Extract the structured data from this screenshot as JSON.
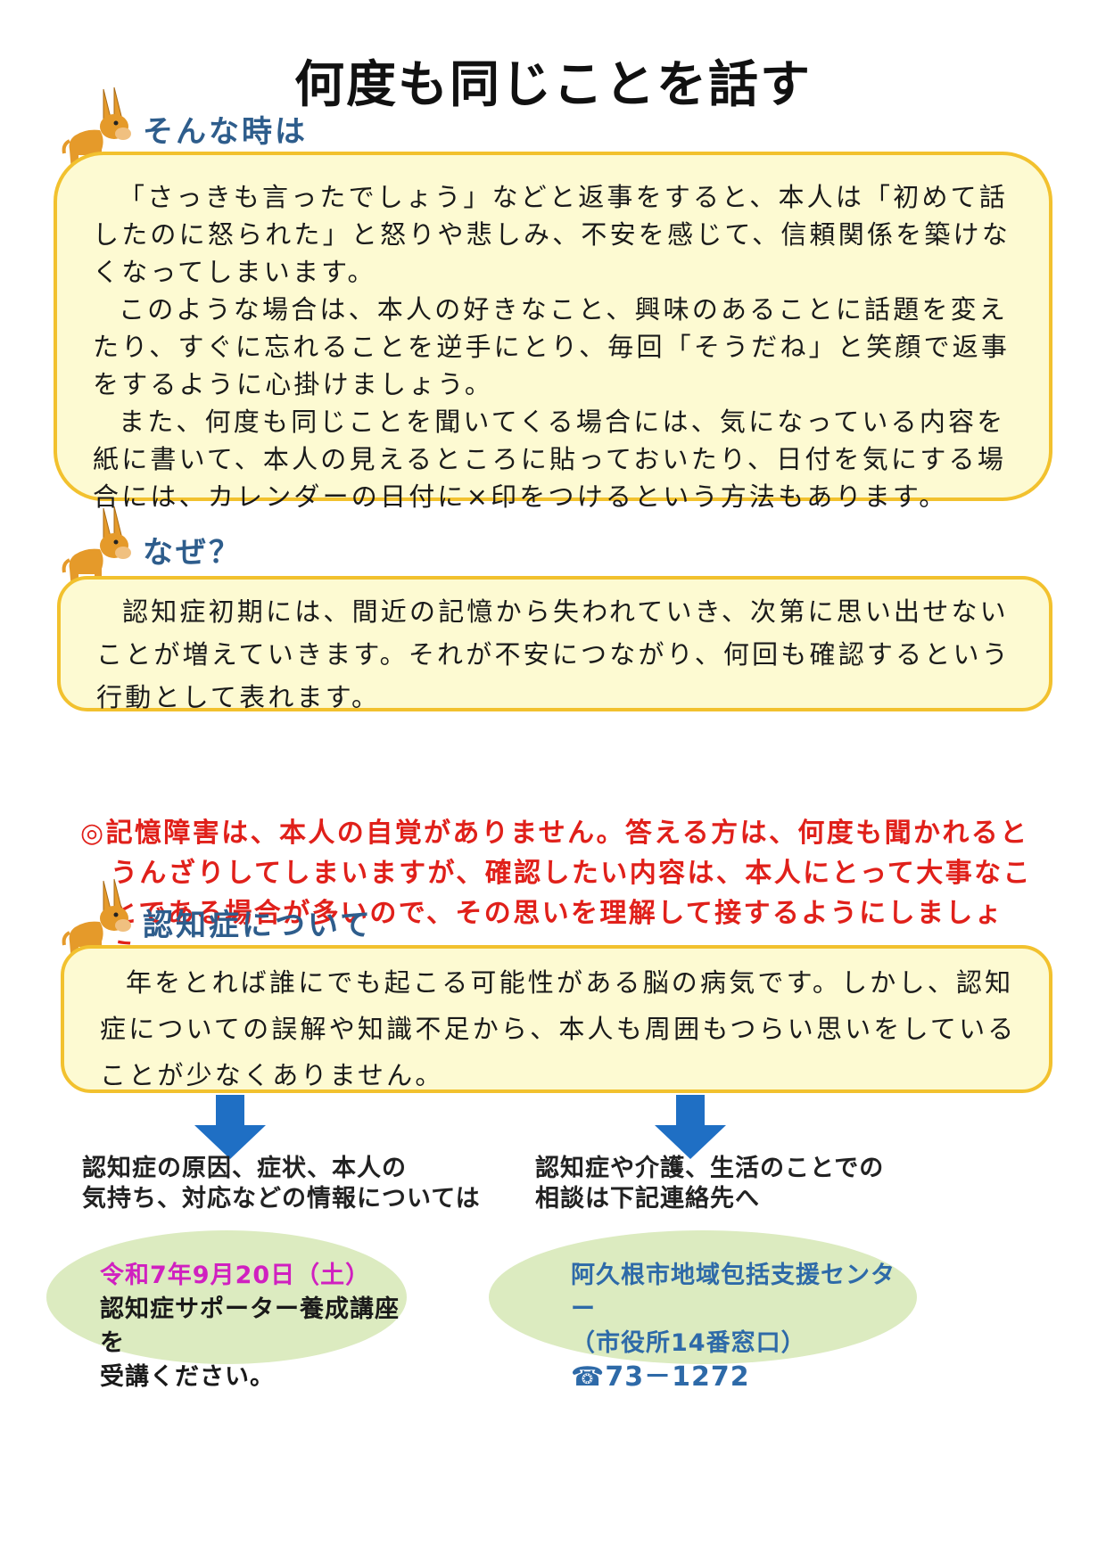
{
  "title": "何度も同じことを話す",
  "sections": [
    {
      "heading": "そんな時は",
      "paragraphs": [
        "「さっきも言ったでしょう」などと返事をすると、本人は「初めて話したのに怒られた」と怒りや悲しみ、不安を感じて、信頼関係を築けなくなってしまいます。",
        "このような場合は、本人の好きなこと、興味のあることに話題を変えたり、すぐに忘れることを逆手にとり、毎回「そうだね」と笑顔で返事をするように心掛けましょう。",
        "また、何度も同じことを聞いてくる場合には、気になっている内容を紙に書いて、本人の見えるところに貼っておいたり、日付を気にする場合には、カレンダーの日付に×印をつけるという方法もあります。"
      ]
    },
    {
      "heading": "なぜ？",
      "paragraphs": [
        "認知症初期には、間近の記憶から失われていき、次第に思い出せないことが増えていきます。それが不安につながり、何回も確認するという行動として表れます。"
      ]
    },
    {
      "heading": "認知症について",
      "paragraphs": [
        "年をとれば誰にでも起こる可能性がある脳の病気です。しかし、認知症についての誤解や知識不足から、本人も周囲もつらい思いをしていることが少なくありません。"
      ]
    }
  ],
  "notice": {
    "mark": "◎",
    "text": "記憶障害は、本人の自覚がありません。答える方は、何度も聞かれるとうんざりしてしまいますが、確認したい内容は、本人にとって大事なことである場合が多いので、その思いを理解して接するようにしましょう。"
  },
  "left_info": {
    "caption_lines": [
      "認知症の原因、症状、本人の",
      "気持ち、対応などの情報については"
    ],
    "date": "令和7年9月20日（土）",
    "lines": [
      "認知症サポーター養成講座を",
      "受講ください。"
    ]
  },
  "right_info": {
    "caption_lines": [
      "認知症や介護、生活のことでの",
      "相談は下記連絡先へ"
    ],
    "org": "阿久根市地域包括支援センター",
    "location": "（市役所14番窓口）",
    "phone": "☎73－1272"
  },
  "colors": {
    "box_bg": "#fdfad2",
    "box_border": "#f2c12e",
    "heading": "#2e5d8c",
    "notice": "#e0201a",
    "date": "#d020c0",
    "contact": "#2e6aa8",
    "ellipse": "#dcebc0",
    "arrow": "#1f6fc4",
    "donkey": "#e59a2a"
  },
  "icons": [
    "donkey-icon",
    "down-arrow-icon"
  ]
}
